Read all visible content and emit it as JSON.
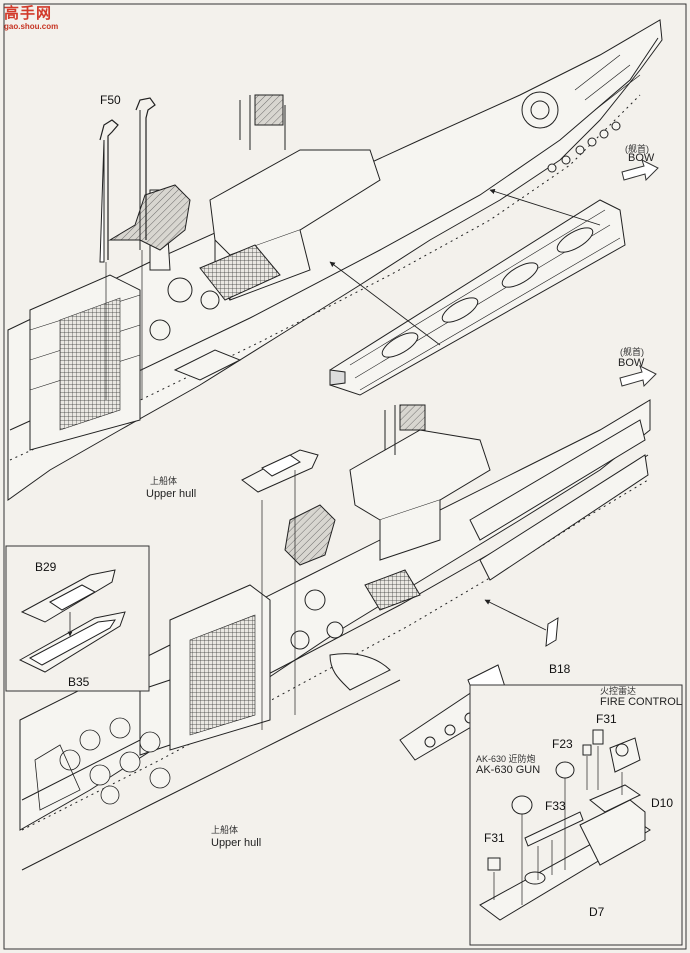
{
  "watermark": {
    "text": "高手网",
    "url": "gao.shou.com"
  },
  "labels": {
    "bow_cn_1": "(舰首)",
    "bow_en_1": "BOW",
    "bow_cn_2": "(舰首)",
    "bow_en_2": "BOW",
    "upper_hull_cn_1": "上船体",
    "upper_hull_en_1": "Upper hull",
    "upper_hull_cn_2": "上船体",
    "upper_hull_en_2": "Upper hull",
    "fire_control_cn": "火控雷达",
    "fire_control_en": "FIRE CONTROL",
    "gun_cn": "AK-630 近防炮",
    "gun_en": "AK-630 GUN"
  },
  "parts": {
    "f50": "F50",
    "b29": "B29",
    "b35": "B35",
    "b18": "B18",
    "f31_top": "F31",
    "f23": "F23",
    "d10": "D10",
    "f33": "F33",
    "f31_bottom": "F31",
    "d7": "D7"
  }
}
